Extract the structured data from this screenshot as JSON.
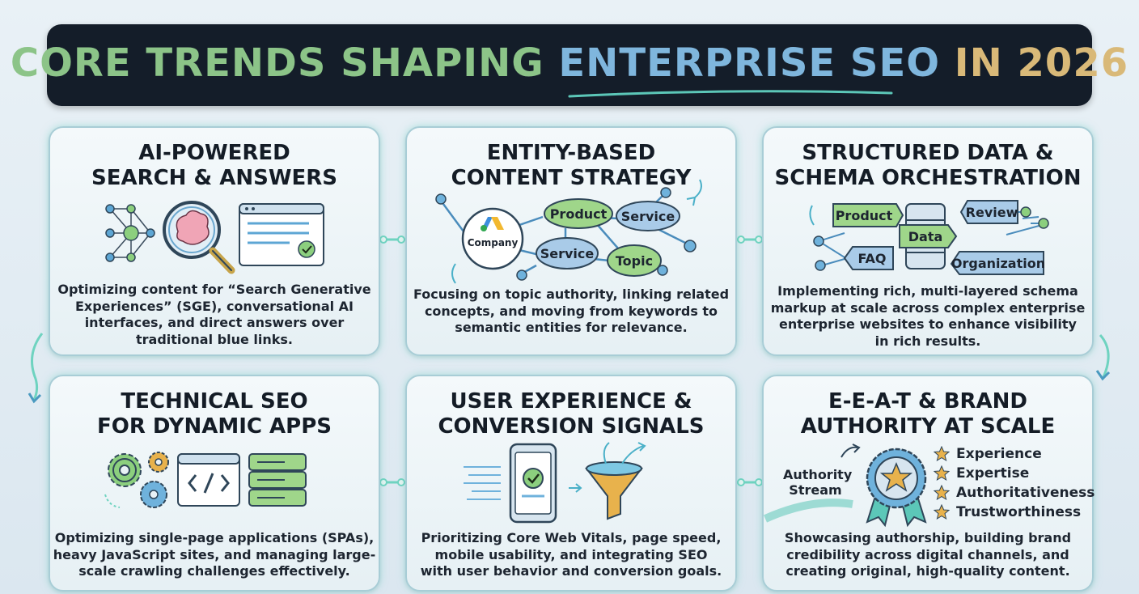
{
  "title": {
    "part1": "CORE TRENDS SHAPING ",
    "part2": "ENTERPRISE SEO",
    "part3": " IN 2026"
  },
  "cards": [
    {
      "heading": [
        "AI-POWERED",
        "SEARCH & ANSWERS"
      ],
      "desc": [
        "Optimizing content for “Search Generative",
        "Experiences” (SGE), conversational AI",
        "interfaces, and direct answers over",
        "traditional blue links."
      ],
      "icons": [
        "neural-network-icon",
        "brain-magnifier-icon",
        "answer-window-icon"
      ]
    },
    {
      "heading": [
        "ENTITY-BASED",
        "CONTENT STRATEGY"
      ],
      "desc": [
        "Focusing on topic authority, linking related",
        "concepts, and moving from keywords to",
        "semantic entities for relevance."
      ],
      "nodes": {
        "company": "Company",
        "product": "Product",
        "service1": "Service",
        "service2": "Service",
        "topic": "Topic"
      }
    },
    {
      "heading": [
        "STRUCTURED DATA &",
        "SCHEMA ORCHESTRATION"
      ],
      "desc": [
        "Implementing rich, multi-layered schema",
        "markup at scale across complex enterprise",
        "enterprise websites to enhance visibility",
        "in rich results."
      ],
      "nodes": {
        "product": "Product",
        "review": "Review",
        "data": "Data",
        "faq": "FAQ",
        "organization": "Organization"
      }
    },
    {
      "heading": [
        "TECHNICAL SEO",
        "FOR DYNAMIC APPS"
      ],
      "desc": [
        "Optimizing single-page applications (SPAs),",
        "heavy JavaScript sites, and managing large-",
        "scale crawling challenges effectively."
      ],
      "icons": [
        "gears-icon",
        "code-window-icon",
        "server-stack-icon"
      ]
    },
    {
      "heading": [
        "USER EXPERIENCE &",
        "CONVERSION SIGNALS"
      ],
      "desc": [
        "Prioritizing Core Web Vitals, page speed,",
        "mobile usability, and integrating SEO",
        "with user behavior and conversion goals."
      ],
      "icons": [
        "mobile-check-icon",
        "conversion-funnel-icon"
      ]
    },
    {
      "heading": [
        "E-E-A-T & BRAND",
        "AUTHORITY AT SCALE"
      ],
      "desc": [
        "Showcasing authorship, building brand",
        "credibility across digital channels, and",
        "creating original, high-quality content."
      ],
      "authority_label": [
        "Authority",
        "Stream"
      ],
      "list": [
        "Experience",
        "Expertise",
        "Authoritativeness",
        "Trustworthiness"
      ],
      "icons": [
        "award-ribbon-icon",
        "star-icon"
      ]
    }
  ],
  "colors": {
    "banner_bg": "#141d29",
    "title_green": "#8cc488",
    "title_blue": "#7fb6dd",
    "title_gold": "#d9b978",
    "node_green": "#9fd68a",
    "node_blue": "#a9cbe8",
    "accent_teal": "#5cc7b8"
  }
}
